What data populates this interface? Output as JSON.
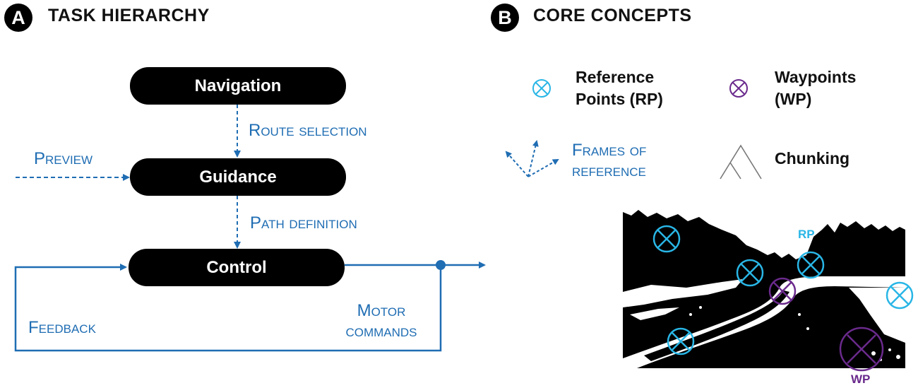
{
  "panel_a": {
    "badge": "A",
    "title": "TASK HIERARCHY",
    "nodes": {
      "navigation": "Navigation",
      "guidance": "Guidance",
      "control": "Control"
    },
    "labels": {
      "route_selection": "Route selection",
      "preview": "Preview",
      "path_definition": "Path definition",
      "feedback": "Feedback",
      "motor_line1": "Motor",
      "motor_line2": "commands"
    }
  },
  "panel_b": {
    "badge": "B",
    "title": "CORE CONCEPTS",
    "legend": {
      "rp_line1": "Reference",
      "rp_line2": "Points (RP)",
      "wp_line1": "Waypoints",
      "wp_line2": "(WP)",
      "frames_line1": "Frames of",
      "frames_line2": "reference",
      "chunking": "Chunking"
    },
    "photo_labels": {
      "rp": "RP",
      "wp": "WP"
    }
  },
  "colors": {
    "blue": "#1f6db3",
    "cyan": "#29b6e6",
    "purple": "#6a2a8c",
    "black": "#000000"
  }
}
